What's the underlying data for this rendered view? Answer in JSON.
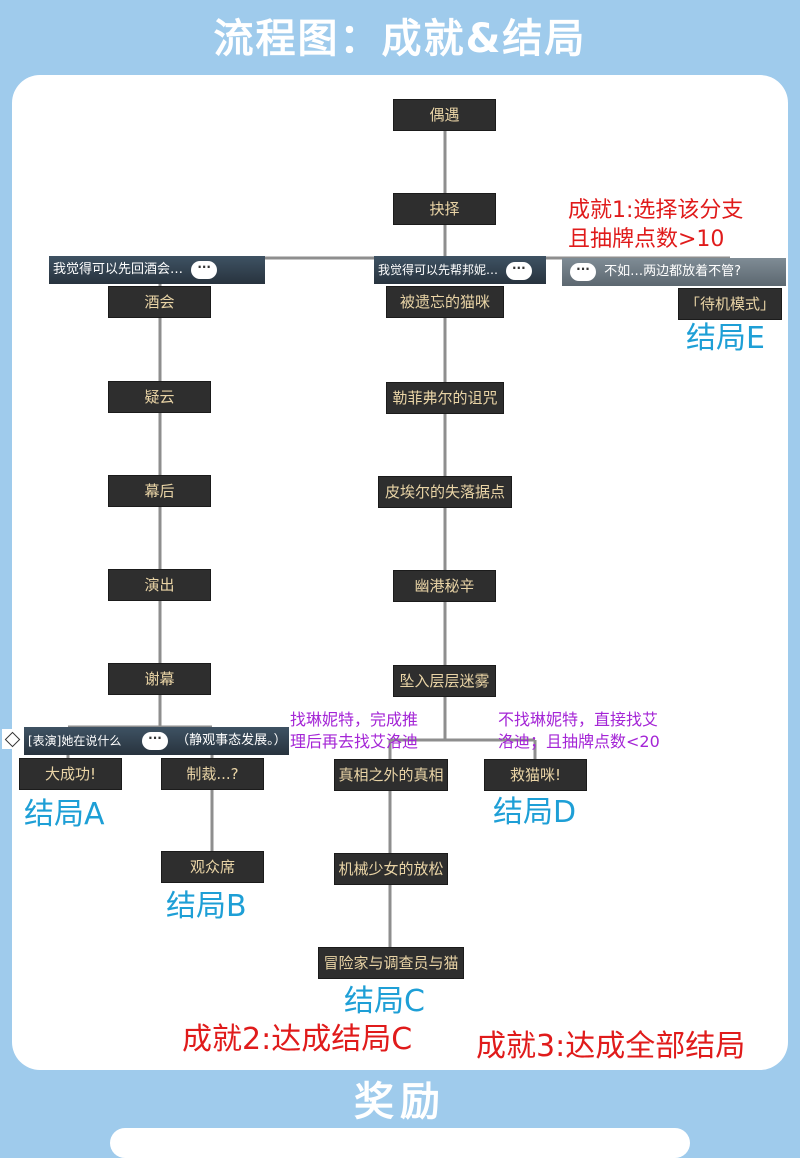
{
  "header": {
    "title": "流程图：成就&结局"
  },
  "footer": {
    "title": "奖励"
  },
  "nodes": {
    "encounter": "偶遇",
    "choice": "抉择",
    "banquet": "酒会",
    "doubt": "疑云",
    "backstage": "幕后",
    "performance": "演出",
    "curtain_call": "谢幕",
    "great_success": "大成功!",
    "sanction": "制裁...?",
    "audience": "观众席",
    "forgotten_cat": "被遗忘的猫咪",
    "lefever_curse": "勒菲弗尔的诅咒",
    "pierre_hideout": "皮埃尔的失落据点",
    "harbor_secret": "幽港秘辛",
    "fall_into_mist": "坠入层层迷雾",
    "truth_beyond": "真相之外的真相",
    "mech_girl": "机械少女的放松",
    "adventurer": "冒险家与调查员与猫",
    "save_cat": "救猫咪!",
    "standby": "「待机模式」"
  },
  "choices": {
    "return_banquet": "我觉得可以先回酒会…",
    "help_linnie": "我觉得可以先帮邦妮…",
    "ignore_both": "不如…两边都放着不管?",
    "performance_talk": "[表演]她在说什么",
    "observe": "（静观事态发展。）"
  },
  "endings": {
    "a": "结局A",
    "b": "结局B",
    "c": "结局C",
    "d": "结局D",
    "e": "结局E"
  },
  "achievements": {
    "a1_line1": "成就1:选择该分支",
    "a1_line2": "且抽牌点数>10",
    "a2": "成就2:达成结局C",
    "a3": "成就3:达成全部结局"
  },
  "notes": {
    "left_line1": "找琳妮特，完成推",
    "left_line2": "理后再去找艾洛迪",
    "right_line1": "不找琳妮特，直接找艾",
    "right_line2": "洛迪；且抽牌点数<20"
  },
  "colors": {
    "background": "#9fcbec",
    "node_bg": "#2e2e2e",
    "node_text": "#e9d4a6",
    "ending": "#1e9fd6",
    "achievement": "#e01b1b",
    "note": "#a425d6",
    "connector": "#8e8e8e"
  },
  "icons": [
    "chat-bubble-icon",
    "diamond-icon"
  ]
}
